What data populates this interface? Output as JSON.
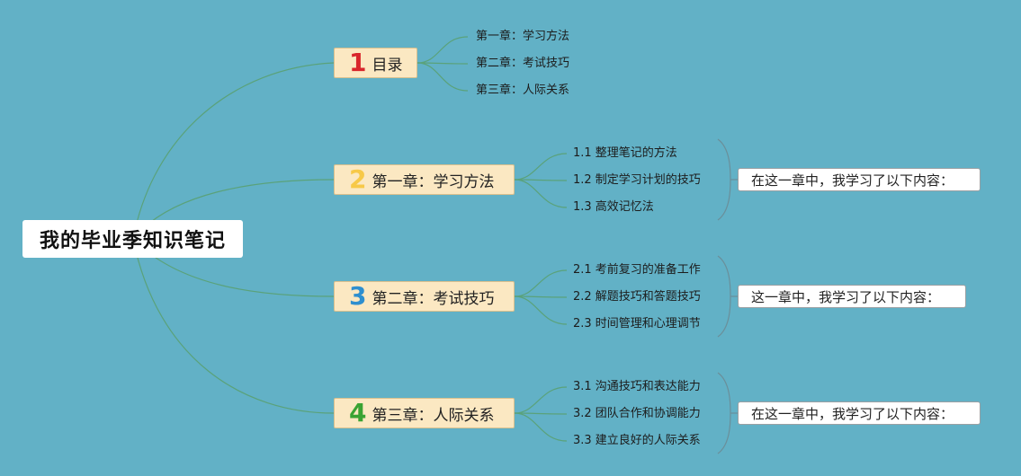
{
  "root": {
    "title": "我的毕业季知识笔记"
  },
  "branches": [
    {
      "number": "1",
      "title": "目录",
      "color": "#d9262c",
      "leaves": [
        "第一章：学习方法",
        "第二章：考试技巧",
        "第三章：人际关系"
      ],
      "summary": ""
    },
    {
      "number": "2",
      "title": "第一章：学习方法",
      "color": "#f7c948",
      "leaves": [
        "1.1 整理笔记的方法",
        "1.2 制定学习计划的技巧",
        "1.3 高效记忆法"
      ],
      "summary": "在这一章中，我学习了以下内容："
    },
    {
      "number": "3",
      "title": "第二章：考试技巧",
      "color": "#2e8fcf",
      "leaves": [
        "2.1 考前复习的准备工作",
        "2.2 解题技巧和答题技巧",
        "2.3 时间管理和心理调节"
      ],
      "summary": "这一章中，我学习了以下内容："
    },
    {
      "number": "4",
      "title": "第三章：人际关系",
      "color": "#3aa333",
      "leaves": [
        "3.1 沟通技巧和表达能力",
        "3.2 团队合作和协调能力",
        "3.3 建立良好的人际关系"
      ],
      "summary": "在这一章中，我学习了以下内容："
    }
  ],
  "colors": {
    "background": "#62b1c6",
    "line": "#5aa27a",
    "bracket": "#6a8f9a"
  }
}
